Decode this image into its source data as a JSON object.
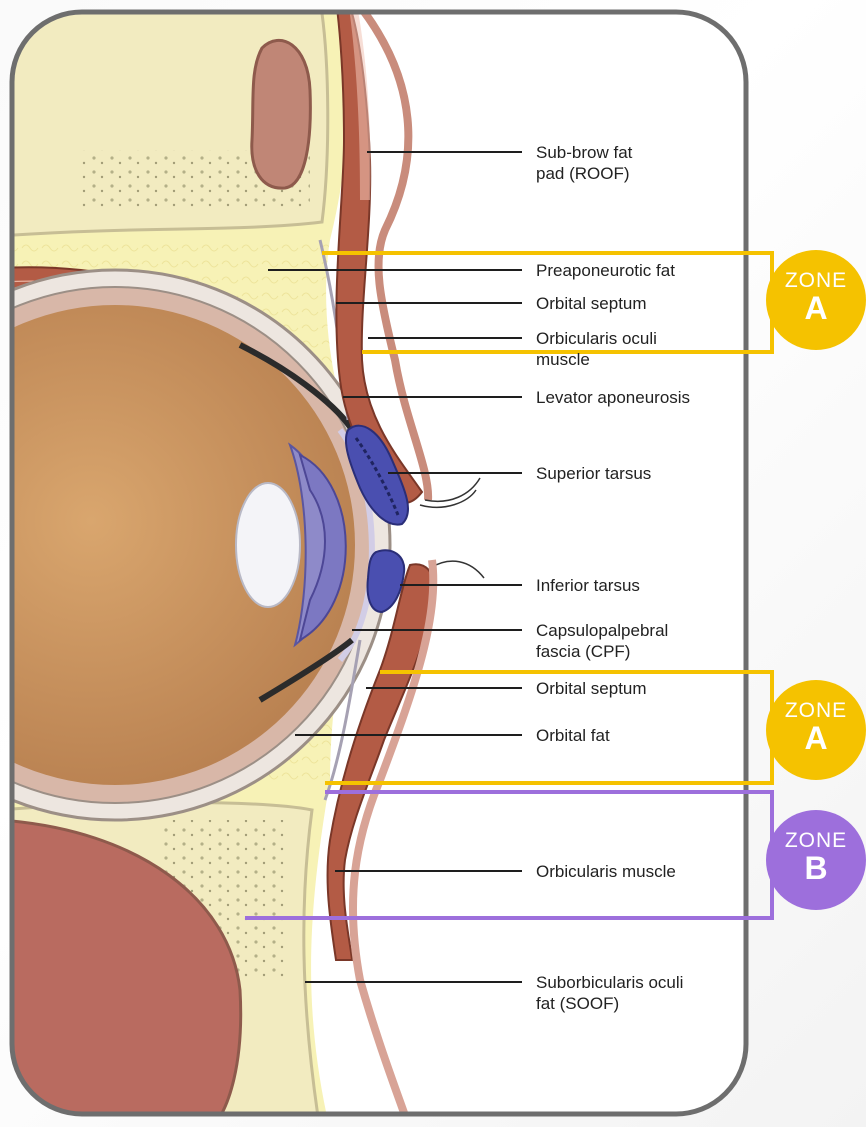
{
  "labels": {
    "subbrow": "Sub-brow fat\npad (ROOF)",
    "preaponeurotic": "Preaponeurotic fat",
    "septum_upper": "Orbital septum",
    "orbicularis_oculi": "Orbicularis oculi\nmuscle",
    "levator": "Levator aponeurosis",
    "superior_tarsus": "Superior tarsus",
    "inferior_tarsus": "Inferior tarsus",
    "cpf": "Capsulopalpebral\nfascia (CPF)",
    "septum_lower": "Orbital septum",
    "orbital_fat": "Orbital fat",
    "orbicularis_muscle": "Orbicularis muscle",
    "soof": "Suborbicularis oculi\nfat (SOOF)"
  },
  "zones": [
    {
      "zone": "ZONE",
      "letter": "A",
      "color": "#F5C200"
    },
    {
      "zone": "ZONE",
      "letter": "A",
      "color": "#F5C200"
    },
    {
      "zone": "ZONE",
      "letter": "B",
      "color": "#9D6FDC"
    }
  ],
  "colors": {
    "fat": "#F7F2B6",
    "bone": "#F2EBC0",
    "muscle": "#B35B45",
    "tarsus": "#4A4FB0",
    "globe": "#C8935C",
    "zone_a": "#F5C200",
    "zone_b": "#9D6FDC"
  }
}
